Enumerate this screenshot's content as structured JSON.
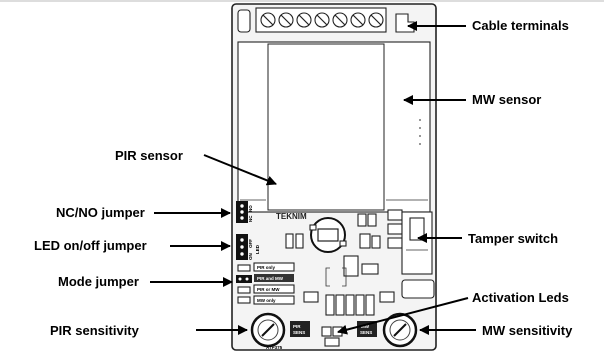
{
  "labels": {
    "cable_terminals": "Cable terminals",
    "mw_sensor": "MW sensor",
    "pir_sensor": "PIR sensor",
    "nc_no_jumper": "NC/NO jumper",
    "led_jumper": "LED on/off jumper",
    "mode_jumper": "Mode jumper",
    "pir_sensitivity": "PIR sensitivity",
    "tamper_switch": "Tamper switch",
    "activation_leds": "Activation Leds",
    "mw_sensitivity": "MW sensitivity"
  },
  "board": {
    "brand": "TEKNIM",
    "model": "ATP375",
    "nc": "NC",
    "no": "NO",
    "on": "ON",
    "off": "OFF",
    "led": "LED",
    "mode_options": [
      "PIR only",
      "PIR and MW",
      "PIR or MW",
      "MW only"
    ],
    "pir_sens": [
      "PIR",
      "SENS"
    ],
    "mw_sens": [
      "MW",
      "SENS"
    ]
  }
}
